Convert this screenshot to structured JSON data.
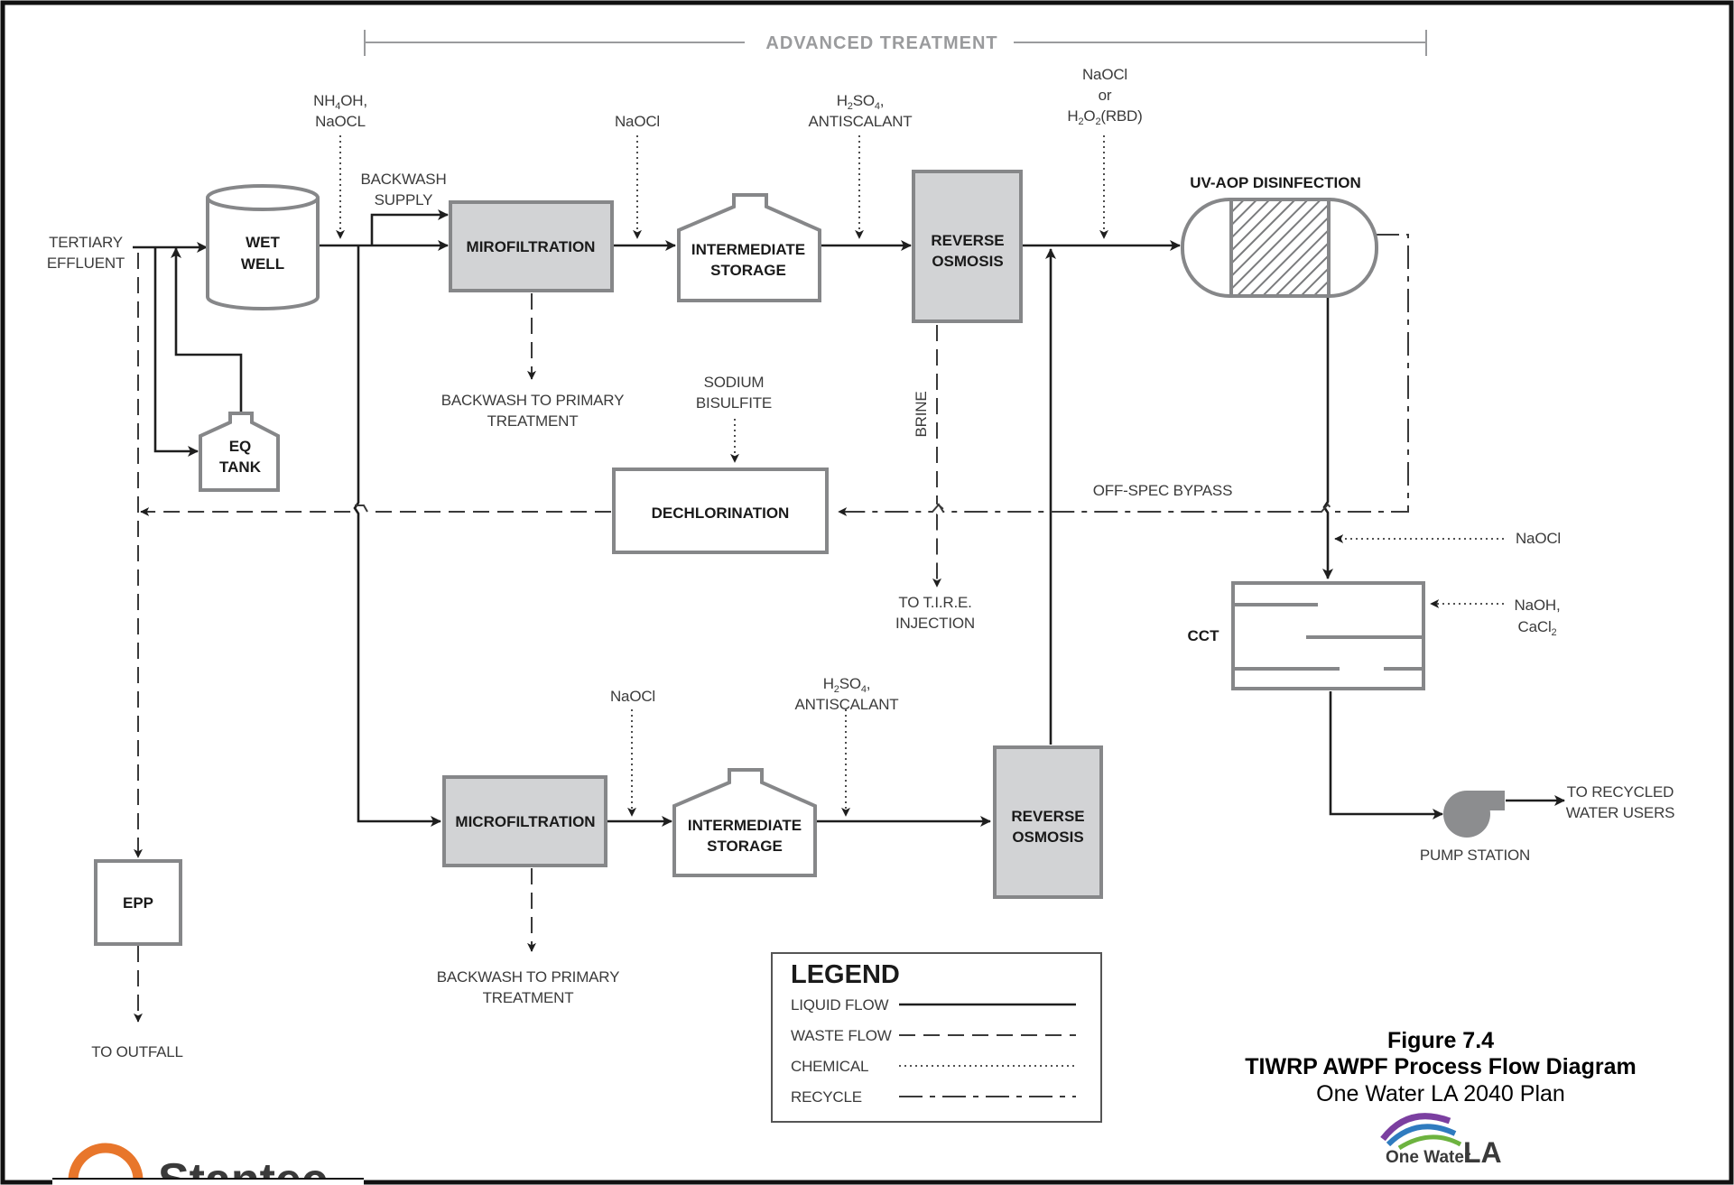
{
  "header": {
    "advanced_treatment": "ADVANCED TREATMENT"
  },
  "units": {
    "wet_well": [
      "WET",
      "WELL"
    ],
    "eq_tank": [
      "EQ",
      "TANK"
    ],
    "mf_top": "MIROFILTRATION",
    "mf_bottom": "MICROFILTRATION",
    "storage_top": [
      "INTERMEDIATE",
      "STORAGE"
    ],
    "storage_bottom": [
      "INTERMEDIATE",
      "STORAGE"
    ],
    "ro_top": [
      "REVERSE",
      "OSMOSIS"
    ],
    "ro_bottom": [
      "REVERSE",
      "OSMOSIS"
    ],
    "uv_aop": "UV-AOP DISINFECTION",
    "dechlorination": "DECHLORINATION",
    "cct": "CCT",
    "epp": "EPP",
    "pump_station": "PUMP STATION"
  },
  "labels": {
    "tertiary_effluent": [
      "TERTIARY",
      "EFFLUENT"
    ],
    "backwash_supply": [
      "BACKWASH",
      "SUPPLY"
    ],
    "backwash_primary_top": [
      "BACKWASH TO PRIMARY",
      "TREATMENT"
    ],
    "backwash_primary_bottom": [
      "BACKWASH TO PRIMARY",
      "TREATMENT"
    ],
    "brine": "BRINE",
    "to_tire": [
      "TO T.I.R.E.",
      "INJECTION"
    ],
    "off_spec_bypass": "OFF-SPEC BYPASS",
    "to_outfall": "TO OUTFALL",
    "to_recycled": [
      "TO RECYCLED",
      "WATER USERS"
    ]
  },
  "chemicals": {
    "nh4oh_naocl": {
      "line1": "NH",
      "sub1": "4",
      "rest1": "OH,",
      "line2": "NaOCL"
    },
    "naocl_top": "NaOCl",
    "h2so4_top": {
      "pre": "H",
      "s1": "2",
      "mid": "SO",
      "s2": "4",
      "post": ",",
      "line2": "ANTISCALANT"
    },
    "naocl_or_h2o2": {
      "line1": "NaOCl",
      "line2": "or",
      "pre": "H",
      "s1": "2",
      "mid": "O",
      "s2": "2",
      "post": "(RBD)"
    },
    "sodium_bisulfite": [
      "SODIUM",
      "BISULFITE"
    ],
    "naocl_cct": "NaOCl",
    "naoh_cacl2": {
      "line1": "NaOH,",
      "pre": "CaCl",
      "s1": "2"
    },
    "naocl_bottom": "NaOCl",
    "h2so4_bottom": {
      "pre": "H",
      "s1": "2",
      "mid": "SO",
      "s2": "4",
      "post": ",",
      "line2": "ANTISCALANT"
    }
  },
  "legend": {
    "title": "LEGEND",
    "items": [
      "LIQUID FLOW",
      "WASTE FLOW",
      "CHEMICAL",
      "RECYCLE"
    ]
  },
  "figure": {
    "number": "Figure 7.4",
    "title": "TIWRP AWPF Process Flow Diagram",
    "subtitle": "One Water LA 2040 Plan"
  },
  "logos": {
    "onewater": [
      "One Water",
      "LA"
    ],
    "stantec": "Stantec"
  },
  "colors": {
    "unit_fill": "#d2d3d5",
    "unit_stroke": "#868789",
    "line": "#1e1e1e",
    "header": "#9a9b9d",
    "logo_orange": "#e8762b",
    "logo_purple": "#7b3fa0",
    "logo_blue": "#2f7bbf",
    "logo_green": "#6db33f"
  }
}
